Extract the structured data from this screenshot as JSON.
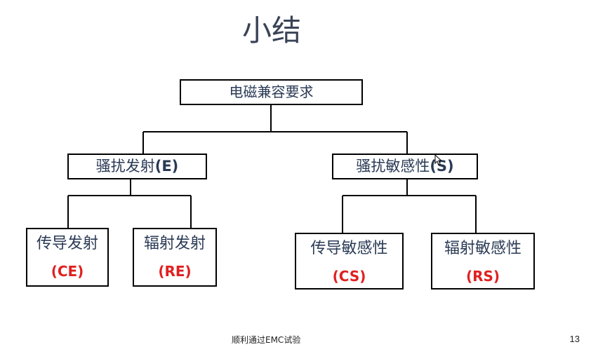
{
  "slide": {
    "title": "小结",
    "footer": "顺利通过EMC试验",
    "page_number": "13"
  },
  "tree": {
    "root": {
      "label": "电磁兼容要求"
    },
    "emission": {
      "label": "骚扰发射",
      "abbr": "(E)",
      "children": [
        {
          "label": "传导发射",
          "abbr": "(CE)"
        },
        {
          "label": "辐射发射",
          "abbr": "(RE)"
        }
      ]
    },
    "susceptibility": {
      "label": "骚扰敏感性",
      "abbr": "(S)",
      "children": [
        {
          "label": "传导敏感性",
          "abbr": "(CS)"
        },
        {
          "label": "辐射敏感性",
          "abbr": "(RS)"
        }
      ]
    }
  },
  "colors": {
    "text": "#2a3a55",
    "abbr_red": "#e02020",
    "border": "#000000"
  }
}
